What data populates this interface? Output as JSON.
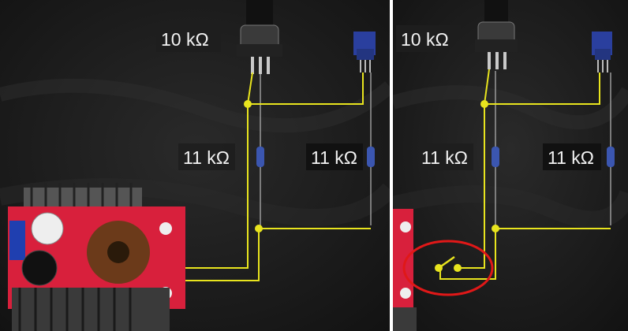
{
  "panels": [
    {
      "id": "left",
      "labels": {
        "pot_top": "10 kΩ",
        "pot_trimmer": "",
        "resistor_center": "11 kΩ",
        "resistor_right": "11 kΩ"
      }
    },
    {
      "id": "right",
      "labels": {
        "pot_top": "10 kΩ",
        "resistor_center": "11 kΩ",
        "resistor_right": "11 kΩ"
      },
      "highlight": "switch-circle"
    }
  ],
  "colors": {
    "background": "#1c1c1c",
    "wire": "#e8e41e",
    "highlight_circle": "#e01818",
    "board": "#d8203c",
    "trimmer": "#2a3f9e",
    "resistor_body": "#3b56b0"
  }
}
